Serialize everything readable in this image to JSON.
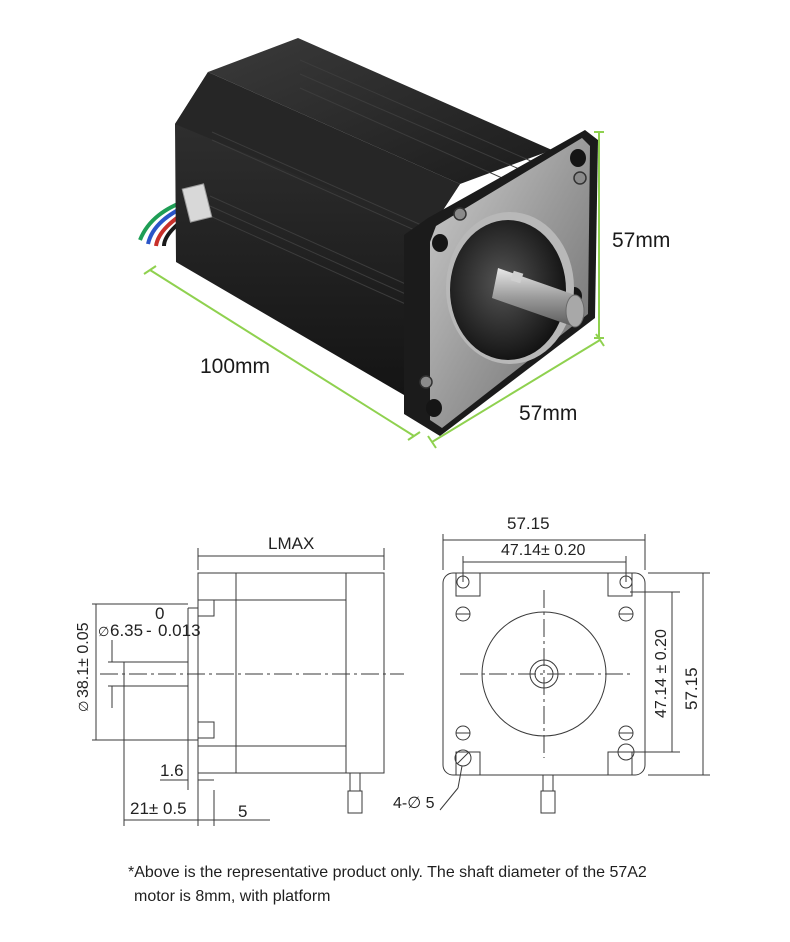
{
  "photo": {
    "height_label": "57mm",
    "length_label": "100mm",
    "width_label": "57mm",
    "dimension_line_color": "#8fd14f"
  },
  "side_view": {
    "lmax_label": "LMAX",
    "shaft_dia_label": "6.35",
    "shaft_tol_upper": "0",
    "shaft_tol_lower": "0.013",
    "pilot_label": "38.1± 0.05",
    "flange_gap_label": "1.6",
    "shaft_len_label": "21± 0.5",
    "flange_thickness_label": "5"
  },
  "front_view": {
    "overall_width_label": "57.15",
    "hole_pitch_label": "47.14± 0.20",
    "hole_pitch_vertical_label": "47.14 ± 0.20",
    "overall_height_label": "57.15",
    "hole_label": "4-∅ 5"
  },
  "note": {
    "line1": "*Above is the representative product only. The shaft diameter of the 57A2",
    "line2": "motor is 8mm, with platform"
  }
}
